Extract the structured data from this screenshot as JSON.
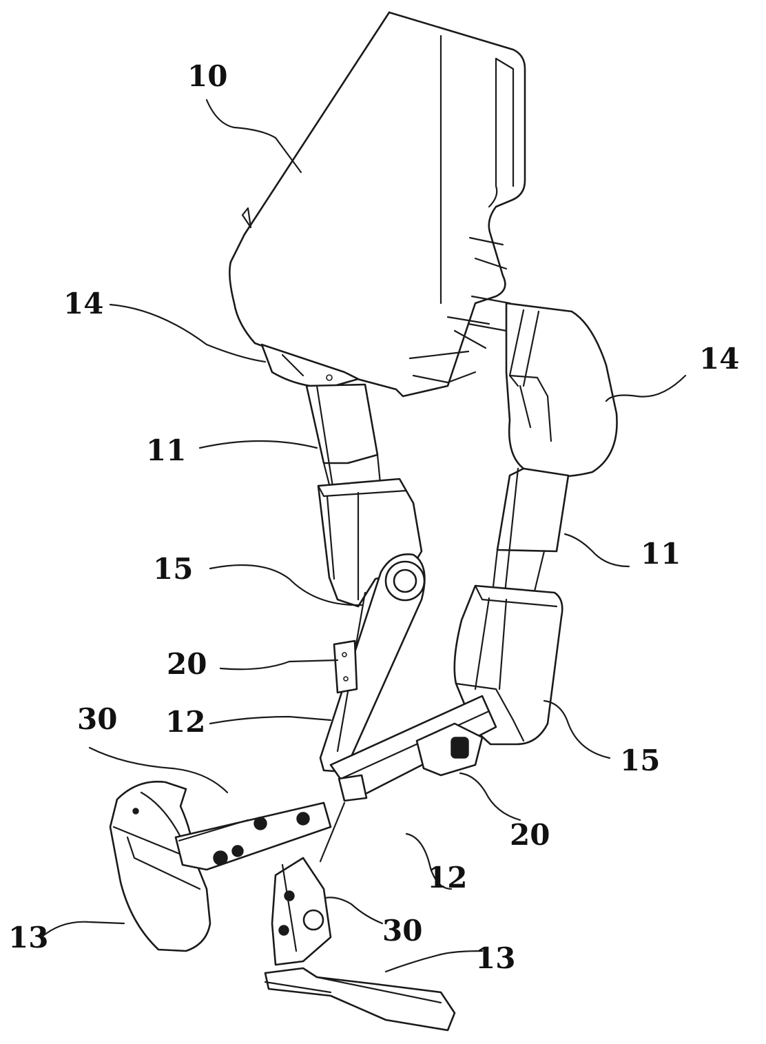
{
  "figure": {
    "title": "Lower-limb exoskeleton, perspective view",
    "line_color": "#1a1a1a",
    "background": "#ffffff"
  },
  "reference_numerals": {
    "backpack": "10",
    "hip_joint_left": "14",
    "hip_joint_right": "14",
    "thigh_rod_left": "11",
    "thigh_rod_right": "11",
    "knee_joint_left": "15",
    "knee_joint_right": "15",
    "sensor_left": "20",
    "sensor_right": "20",
    "shank_rod_left": "12",
    "shank_rod_right": "12",
    "ankle_assembly_left": "30",
    "ankle_assembly_right": "30",
    "foot_plate_left": "13",
    "foot_plate_right": "13"
  }
}
